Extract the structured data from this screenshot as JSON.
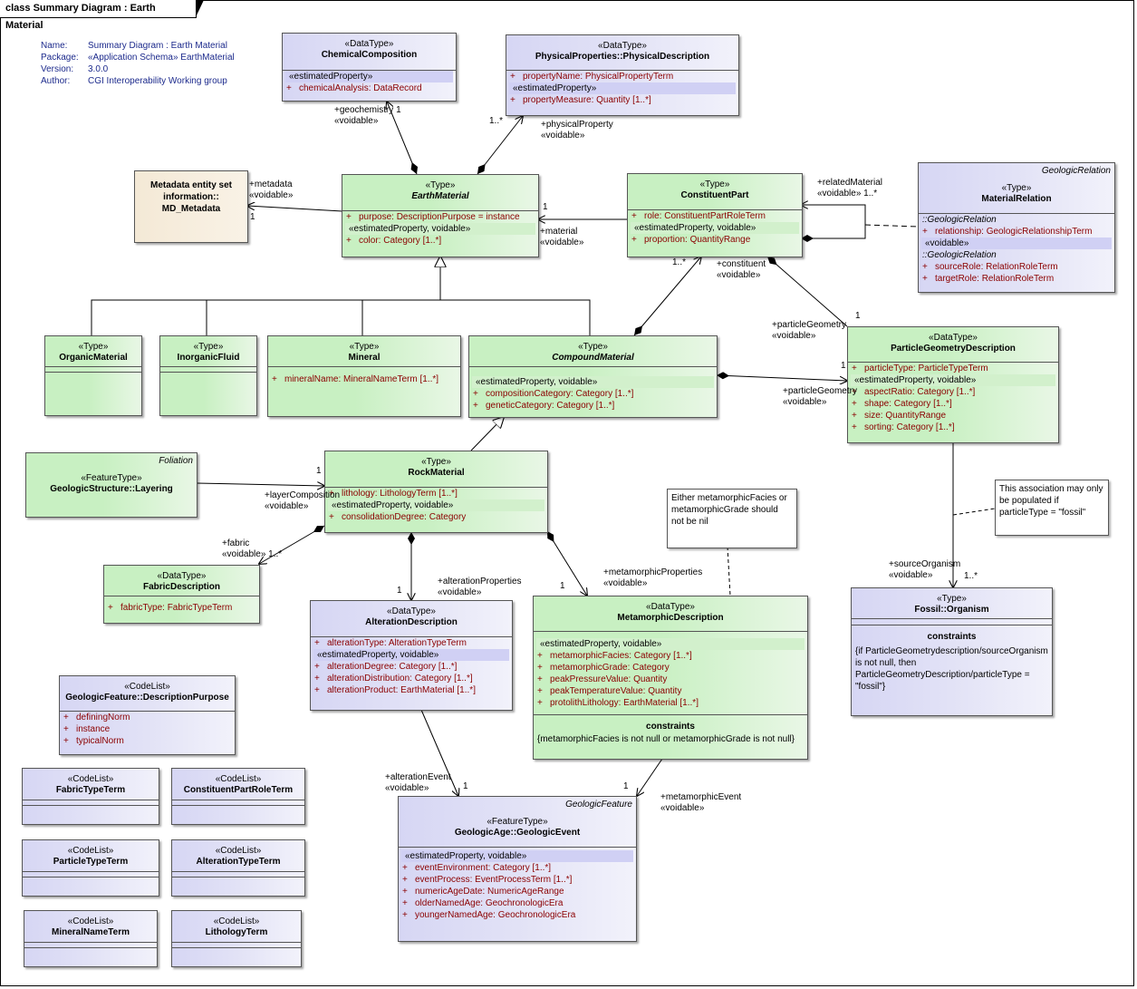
{
  "diagram_title": "class Summary Diagram : Earth Material",
  "info": {
    "name_key": "Name:",
    "name": "Summary Diagram : Earth Material",
    "package_key": "Package:",
    "package": "«Application Schema» EarthMaterial",
    "version_key": "Version:",
    "version": "3.0.0",
    "author_key": "Author:",
    "author": "CGI Interoperability Working group"
  },
  "classes": {
    "chemical": {
      "st": "«DataType»",
      "nm": "ChemicalComposition",
      "g1": "«estimatedProperty»",
      "a1": "chemicalAnalysis:  DataRecord"
    },
    "physical": {
      "st": "«DataType»",
      "nm": "PhysicalProperties::PhysicalDescription",
      "a1": "propertyName:  PhysicalPropertyTerm",
      "g1": "«estimatedProperty»",
      "a2": "propertyMeasure:  Quantity [1..*]"
    },
    "metadata": {
      "l1": "Metadata entity set",
      "l2": "information::",
      "l3": "MD_Metadata"
    },
    "earth": {
      "st": "«Type»",
      "nm": "EarthMaterial",
      "a1": "purpose:  DescriptionPurpose = instance",
      "g1": "«estimatedProperty, voidable»",
      "a2": "color:  Category [1..*]"
    },
    "constituent": {
      "st": "«Type»",
      "nm": "ConstituentPart",
      "a1": "role:  ConstituentPartRoleTerm",
      "g1": "«estimatedProperty, voidable»",
      "a2": "proportion:  QuantityRange"
    },
    "relation": {
      "tag": "GeologicRelation",
      "st": "«Type»",
      "nm": "MaterialRelation",
      "g1": "::GeologicRelation",
      "a1": "relationship:  GeologicRelationshipTerm",
      "g2": "«voidable»",
      "g3": "::GeologicRelation",
      "a2": "sourceRole:  RelationRoleTerm",
      "a3": "targetRole:  RelationRoleTerm"
    },
    "organic": {
      "st": "«Type»",
      "nm": "OrganicMaterial"
    },
    "inorganic": {
      "st": "«Type»",
      "nm": "InorganicFluid"
    },
    "mineral": {
      "st": "«Type»",
      "nm": "Mineral",
      "a1": "mineralName:  MineralNameTerm [1..*]"
    },
    "compound": {
      "st": "«Type»",
      "nm": "CompoundMaterial",
      "g1": "«estimatedProperty, voidable»",
      "a1": "compositionCategory:  Category [1..*]",
      "a2": "geneticCategory:  Category [1..*]"
    },
    "particle": {
      "st": "«DataType»",
      "nm": "ParticleGeometryDescription",
      "a1": "particleType:  ParticleTypeTerm",
      "g1": "«estimatedProperty, voidable»",
      "a2": "aspectRatio:  Category [1..*]",
      "a3": "shape:  Category [1..*]",
      "a4": "size:  QuantityRange",
      "a5": "sorting:  Category [1..*]"
    },
    "layering": {
      "tag": "Foliation",
      "st": "«FeatureType»",
      "nm": "GeologicStructure::Layering"
    },
    "rock": {
      "st": "«Type»",
      "nm": "RockMaterial",
      "a1": "lithology:  LithologyTerm [1..*]",
      "g1": "«estimatedProperty, voidable»",
      "a2": "consolidationDegree:  Category"
    },
    "fabric": {
      "st": "«DataType»",
      "nm": "FabricDescription",
      "a1": "fabricType:  FabricTypeTerm"
    },
    "alteration": {
      "st": "«DataType»",
      "nm": "AlterationDescription",
      "a1": "alterationType:  AlterationTypeTerm",
      "g1": "«estimatedProperty, voidable»",
      "a2": "alterationDegree:  Category [1..*]",
      "a3": "alterationDistribution:  Category [1..*]",
      "a4": "alterationProduct:  EarthMaterial [1..*]"
    },
    "metamorphic": {
      "st": "«DataType»",
      "nm": "MetamorphicDescription",
      "g1": "«estimatedProperty, voidable»",
      "a1": "metamorphicFacies:  Category [1..*]",
      "a2": "metamorphicGrade:  Category",
      "a3": "peakPressureValue:  Quantity",
      "a4": "peakTemperatureValue:  Quantity",
      "a5": "protolithLithology:  EarthMaterial [1..*]",
      "ct": "constraints",
      "cx": "{metamorphicFacies is not null or metamorphicGrade is not null}"
    },
    "fossil": {
      "st": "«Type»",
      "nm": "Fossil::Organism",
      "ct": "constraints",
      "cx": "{if ParticleGeometrydescription/sourceOrganism is not null, then ParticleGeometryDescription/particleType = \"fossil\"}"
    },
    "purpose": {
      "st": "«CodeList»",
      "nm": "GeologicFeature::DescriptionPurpose",
      "a1": "definingNorm",
      "a2": "instance",
      "a3": "typicalNorm"
    },
    "fabricterm": {
      "st": "«CodeList»",
      "nm": "FabricTypeTerm"
    },
    "roleterm": {
      "st": "«CodeList»",
      "nm": "ConstituentPartRoleTerm"
    },
    "particleterm": {
      "st": "«CodeList»",
      "nm": "ParticleTypeTerm"
    },
    "alterationterm": {
      "st": "«CodeList»",
      "nm": "AlterationTypeTerm"
    },
    "mineralterm": {
      "st": "«CodeList»",
      "nm": "MineralNameTerm"
    },
    "lithologyterm": {
      "st": "«CodeList»",
      "nm": "LithologyTerm"
    },
    "event": {
      "tag": "GeologicFeature",
      "st": "«FeatureType»",
      "nm": "GeologicAge::GeologicEvent",
      "g1": "«estimatedProperty, voidable»",
      "a1": "eventEnvironment:  Category [1..*]",
      "a2": "eventProcess:  EventProcessTerm [1..*]",
      "a3": "numericAgeDate:  NumericAgeRange",
      "a4": "olderNamedAge:  GeochronologicEra",
      "a5": "youngerNamedAge:  GeochronologicEra"
    }
  },
  "plus": "+",
  "notes": {
    "n1": "Either metamorphicFacies or metamorphicGrade should not be nil",
    "n2": "This association may only be populated if particleType = \"fossil\""
  },
  "labels": {
    "geochem": "+geochemistry",
    "geochem_m": "1",
    "voidable": "«voidable»",
    "physProp": "+physicalProperty",
    "mult_1n": "1..*",
    "metadata": "+metadata",
    "material": "+material",
    "relatedMaterial": "+relatedMaterial",
    "constituent": "+constituent",
    "particleGeometry": "+particleGeometry",
    "layerComposition": "+layerComposition",
    "fabric": "+fabric",
    "alterationProperties": "+alterationProperties",
    "metamorphicProperties": "+metamorphicProperties",
    "sourceOrganism": "+sourceOrganism",
    "alterationEvent": "+alterationEvent",
    "metamorphicEvent": "+metamorphicEvent",
    "one": "1"
  }
}
